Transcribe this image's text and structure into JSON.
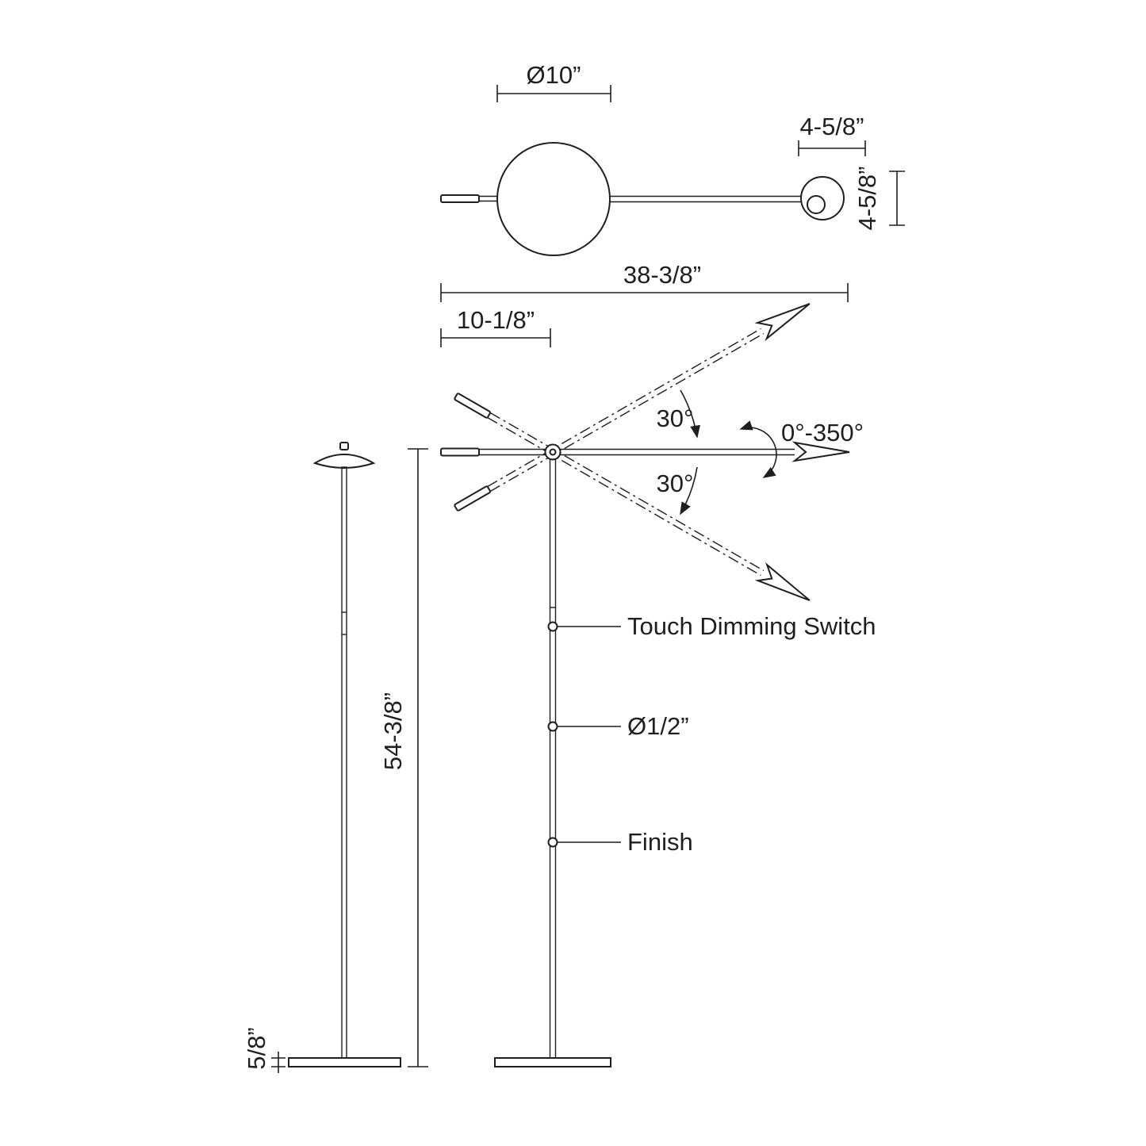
{
  "page": {
    "background": "#ffffff",
    "ink": "#1f1f1f"
  },
  "top_view": {
    "dim_shade_diameter": "Ø10”",
    "dim_head_width": "4-5/8”",
    "dim_head_height": "4-5/8”"
  },
  "dimensions": {
    "arm_length": "38-3/8”",
    "arm_rear_offset": "10-1/8”",
    "overall_height": "54-3/8”",
    "base_thickness": "5/8”"
  },
  "side_view": {
    "angle_up": "30°",
    "angle_down": "30°",
    "rotation_range": "0°-350°"
  },
  "callouts": {
    "touch_dimming_switch": "Touch Dimming Switch",
    "pole_diameter": "Ø1/2”",
    "finish": "Finish"
  }
}
